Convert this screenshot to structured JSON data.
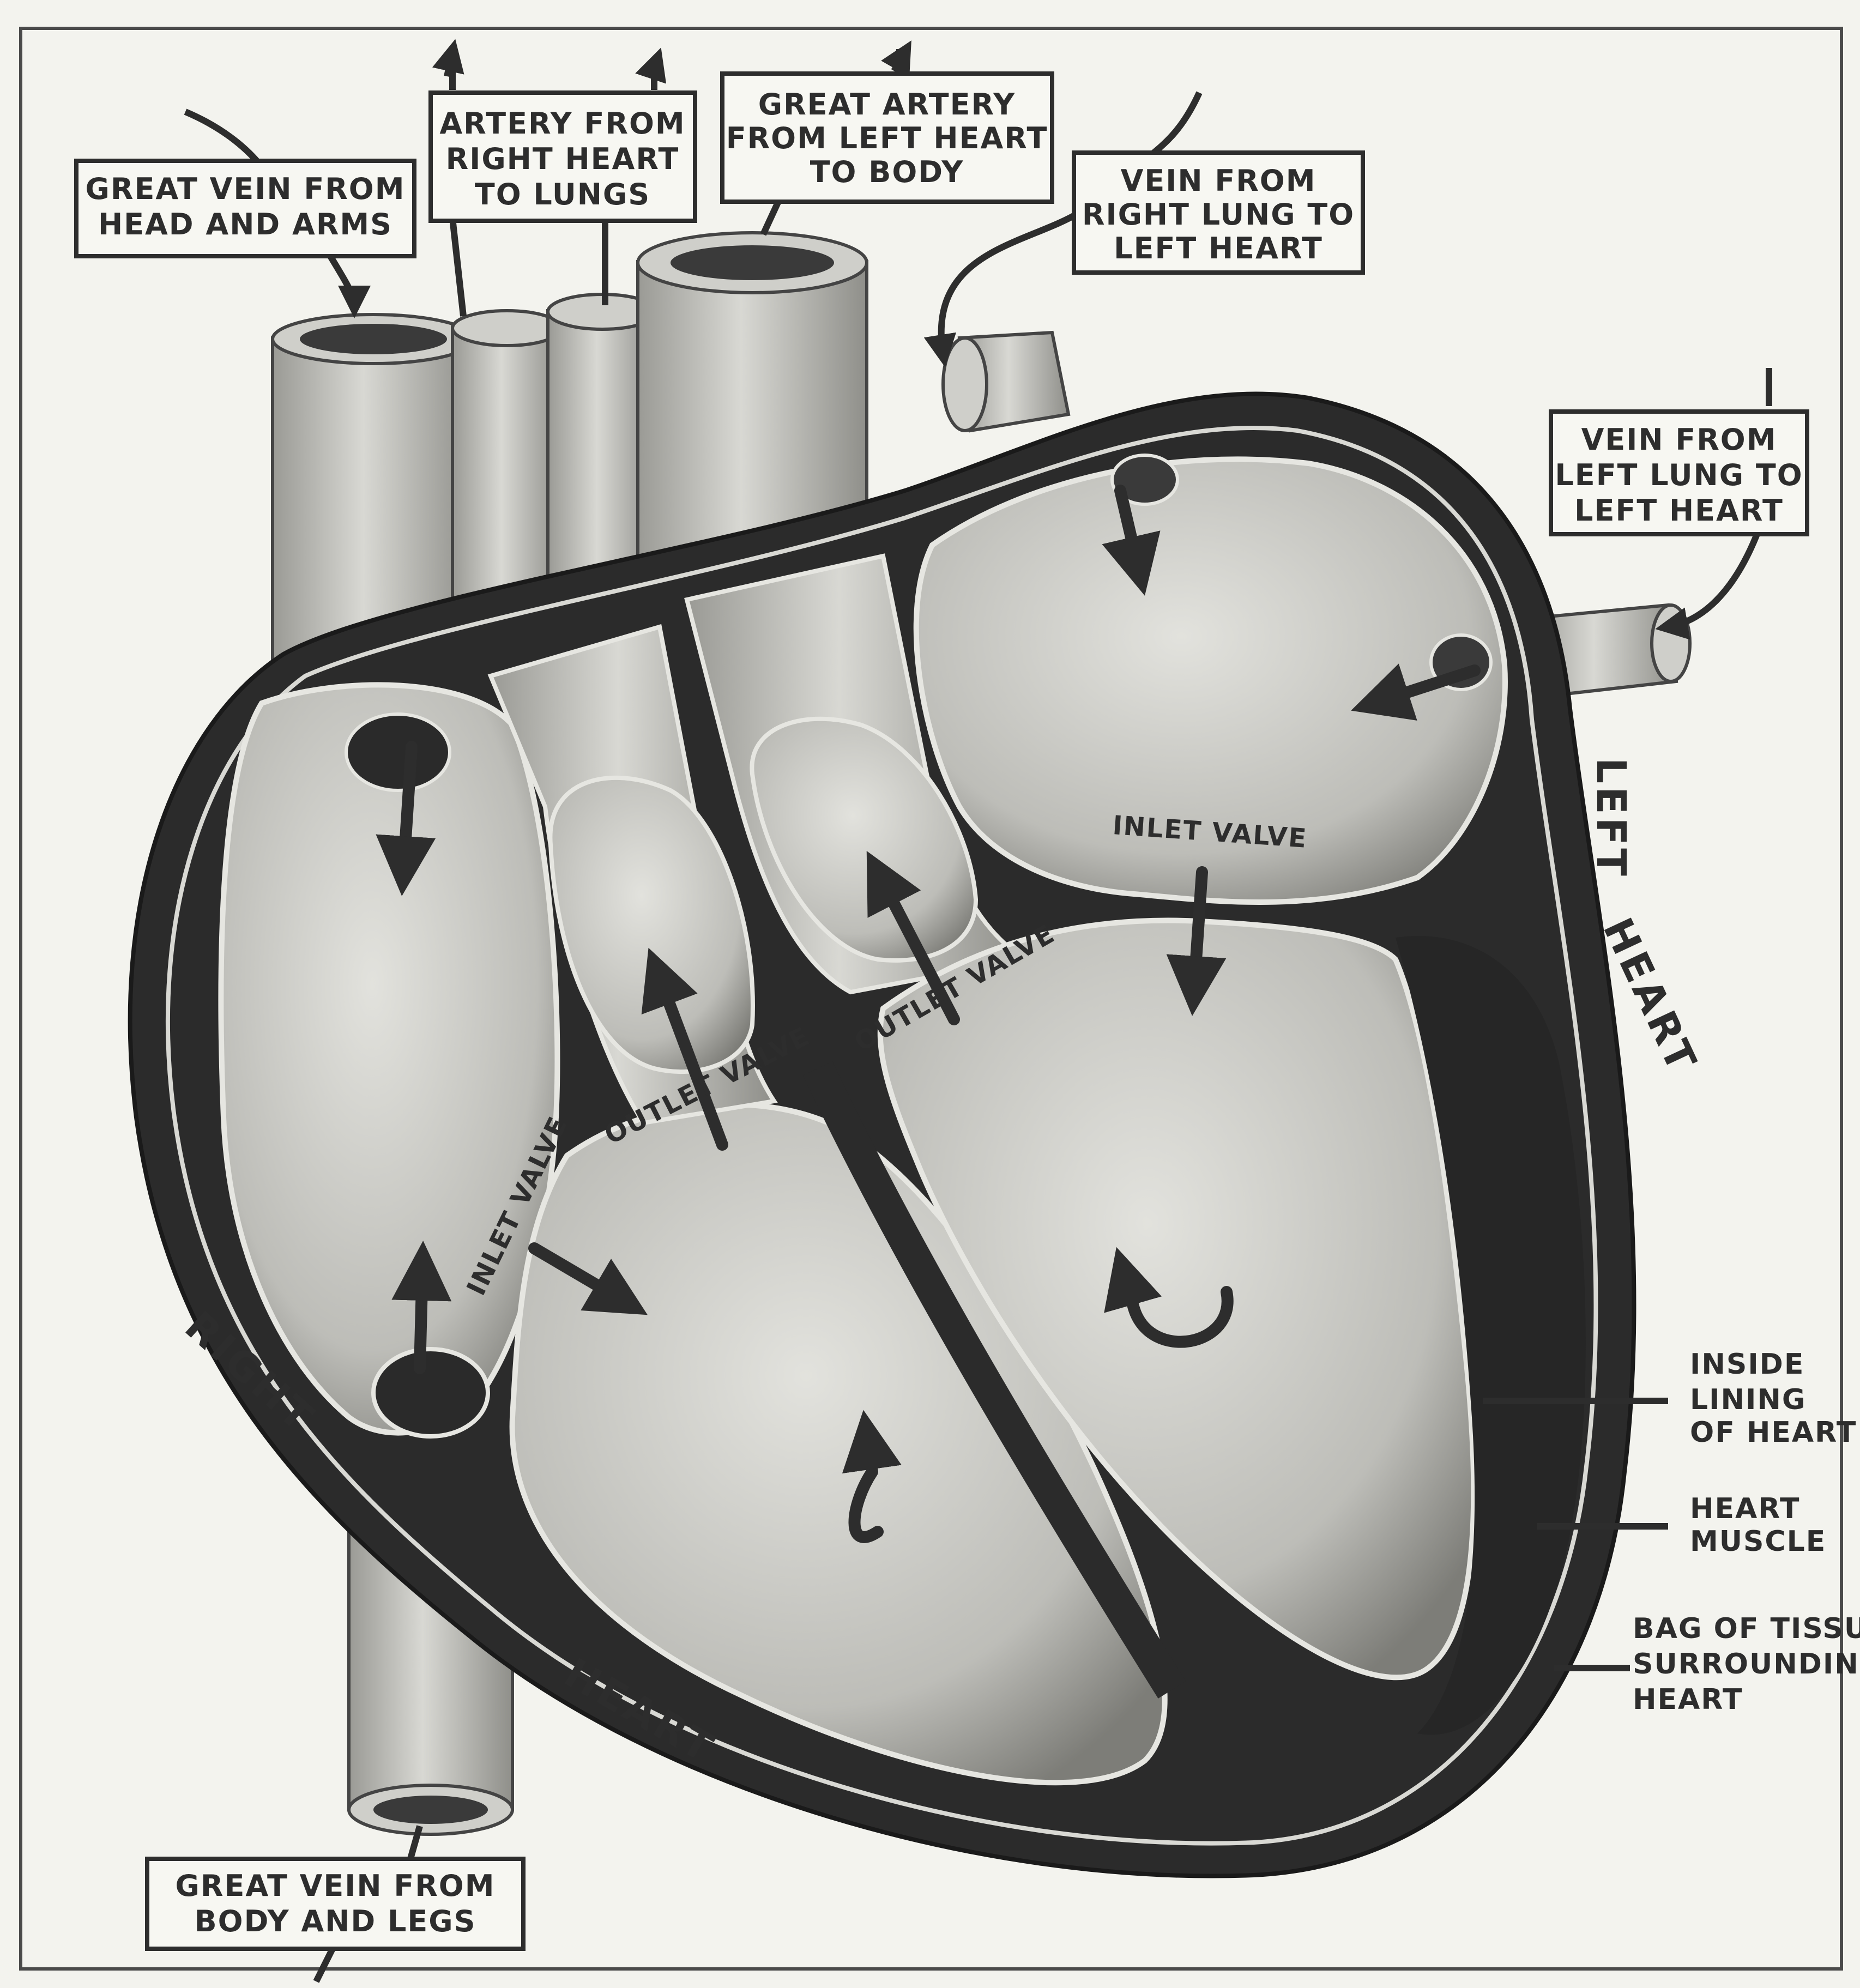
{
  "diagram": {
    "boxes": {
      "head_arms": [
        "GREAT VEIN FROM",
        "HEAD AND ARMS"
      ],
      "artery_lungs": [
        "ARTERY FROM",
        "RIGHT HEART",
        "TO LUNGS"
      ],
      "great_artery": [
        "GREAT ARTERY",
        "FROM LEFT HEART",
        "TO BODY"
      ],
      "right_lung_vein": [
        "VEIN FROM",
        "RIGHT LUNG TO",
        "LEFT HEART"
      ],
      "left_lung_vein": [
        "VEIN FROM",
        "LEFT LUNG TO",
        "LEFT HEART"
      ],
      "body_legs": [
        "GREAT VEIN FROM",
        "BODY AND LEGS"
      ]
    },
    "side_labels": {
      "inside_lining": [
        "INSIDE",
        "LINING",
        "OF HEART"
      ],
      "heart_muscle": [
        "HEART",
        "MUSCLE"
      ],
      "bag_of_tissue": [
        "BAG OF TISSUE",
        "SURROUNDING",
        "HEART"
      ]
    },
    "valves": {
      "right_inlet": "INLET VALVE",
      "right_outlet": "OUTLET VALVE",
      "left_outlet": "OUTLET VALVE",
      "left_inlet": "INLET VALVE"
    },
    "chambers": {
      "left_word1": "LEFT",
      "left_word2": "HEART",
      "right_word1": "RIGHT",
      "right_word2": "HEART"
    }
  },
  "colors": {
    "paper": "#f3f3ee",
    "muscle": "#2b2b2b",
    "chamber": "#c9c9c4",
    "vessel": "#bdbdb8",
    "ink": "#2d2d2d"
  }
}
